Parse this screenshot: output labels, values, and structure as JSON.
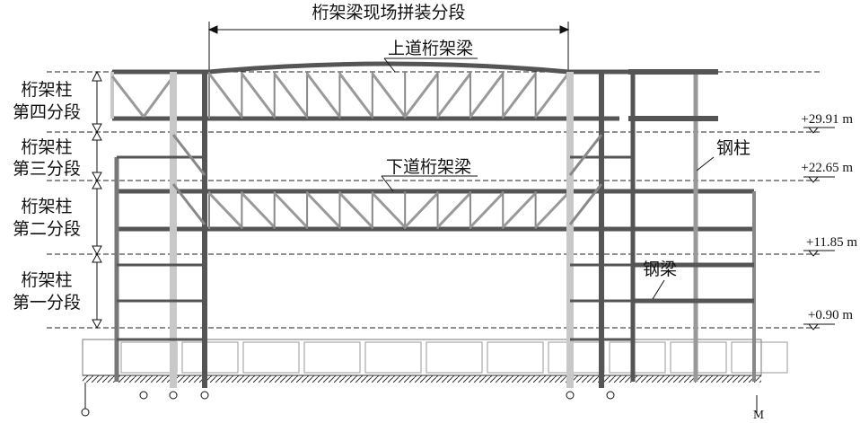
{
  "title": "桁架梁现场拼装分段",
  "labels": {
    "upper_truss": "上道桁架梁",
    "lower_truss": "下道桁架梁",
    "steel_column": "钢柱",
    "steel_beam": "钢梁"
  },
  "segments": [
    {
      "line1": "桁架柱",
      "line2": "第四分段"
    },
    {
      "line1": "桁架柱",
      "line2": "第三分段"
    },
    {
      "line1": "桁架柱",
      "line2": "第二分段"
    },
    {
      "line1": "桁架柱",
      "line2": "第一分段"
    }
  ],
  "elevations": [
    "+29.91 m",
    "+22.65 m",
    "+11.85 m",
    "+0.90 m"
  ],
  "axis_mark": "M",
  "colors": {
    "dark_member": "#555555",
    "light_member": "#c8c8c8",
    "line": "#111111"
  }
}
